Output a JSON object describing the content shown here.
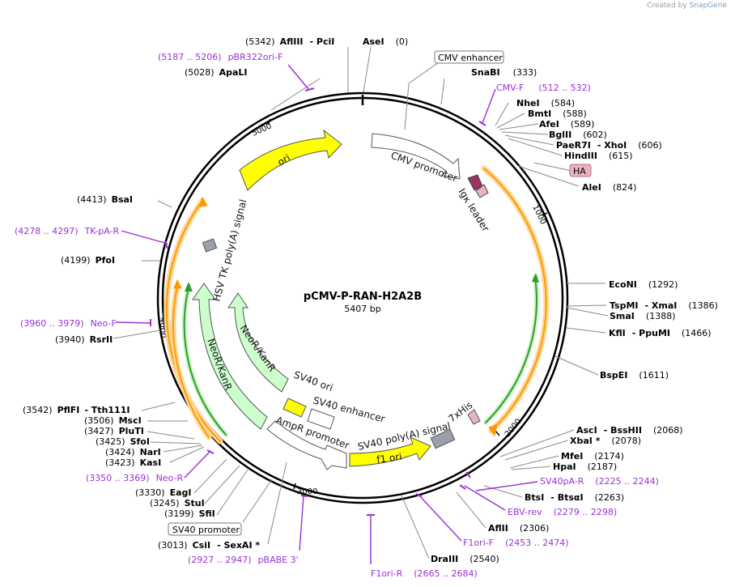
{
  "credit": {
    "prefix": "Created by",
    "brand": "SnapGene"
  },
  "plasmid": {
    "name": "pCMV-P-RAN-H2A2B",
    "length": "5407 bp"
  },
  "ticks": [
    "1000",
    "2000",
    "3000",
    "4000",
    "5000"
  ],
  "enzymes_left": [
    {
      "key": "AflIII-PciI",
      "pos": "(5342)",
      "names": [
        "AflIII",
        "- PciI"
      ]
    },
    {
      "key": "AseI",
      "pos": "(0)",
      "names": [
        "AseI"
      ]
    },
    {
      "key": "ApaLI",
      "pos": "(5028)",
      "names": [
        "ApaLI"
      ]
    },
    {
      "key": "BsaI",
      "pos": "(4413)",
      "names": [
        "BsaI"
      ]
    },
    {
      "key": "PfoI",
      "pos": "(4199)",
      "names": [
        "PfoI"
      ]
    },
    {
      "key": "RsrII",
      "pos": "(3940)",
      "names": [
        "RsrII"
      ]
    },
    {
      "key": "PflFI",
      "pos": "(3542)",
      "names": [
        "PflFI",
        "- Tth111I"
      ]
    },
    {
      "key": "MscI",
      "pos": "(3506)",
      "names": [
        "MscI"
      ]
    },
    {
      "key": "PluTI",
      "pos": "(3427)",
      "names": [
        "PluTI"
      ]
    },
    {
      "key": "SfoI",
      "pos": "(3425)",
      "names": [
        "SfoI"
      ]
    },
    {
      "key": "NarI",
      "pos": "(3424)",
      "names": [
        "NarI"
      ]
    },
    {
      "key": "KasI",
      "pos": "(3423)",
      "names": [
        "KasI"
      ]
    },
    {
      "key": "EagI",
      "pos": "(3330)",
      "names": [
        "EagI"
      ]
    },
    {
      "key": "StuI",
      "pos": "(3245)",
      "names": [
        "StuI"
      ]
    },
    {
      "key": "SfiI",
      "pos": "(3199)",
      "names": [
        "SfiI"
      ]
    },
    {
      "key": "CsiI",
      "pos": "(3013)",
      "names": [
        "CsiI",
        "- SexAI *"
      ]
    }
  ],
  "enzymes_right": [
    {
      "key": "SnaBI",
      "pos": "(333)",
      "names": [
        "SnaBI"
      ]
    },
    {
      "key": "NheI",
      "pos": "(584)",
      "names": [
        "NheI"
      ]
    },
    {
      "key": "BmtI",
      "pos": "(588)",
      "names": [
        "BmtI"
      ]
    },
    {
      "key": "AfeI",
      "pos": "(589)",
      "names": [
        "AfeI"
      ]
    },
    {
      "key": "BglII",
      "pos": "(602)",
      "names": [
        "BglII"
      ]
    },
    {
      "key": "PaeR7I",
      "pos": "(606)",
      "names": [
        "PaeR7I",
        "- XhoI"
      ]
    },
    {
      "key": "HindIII",
      "pos": "(615)",
      "names": [
        "HindIII"
      ]
    },
    {
      "key": "AleI",
      "pos": "(824)",
      "names": [
        "AleI"
      ]
    },
    {
      "key": "EcoNI",
      "pos": "(1292)",
      "names": [
        "EcoNI"
      ]
    },
    {
      "key": "TspMI",
      "pos": "(1386)",
      "names": [
        "TspMI",
        "- XmaI"
      ]
    },
    {
      "key": "SmaI",
      "pos": "(1388)",
      "names": [
        "SmaI"
      ]
    },
    {
      "key": "KflI",
      "pos": "(1466)",
      "names": [
        "KflI",
        "- PpuMI"
      ]
    },
    {
      "key": "BspEI",
      "pos": "(1611)",
      "names": [
        "BspEI"
      ]
    },
    {
      "key": "AscI",
      "pos": "(2068)",
      "names": [
        "AscI",
        "- BssHII"
      ]
    },
    {
      "key": "XbaI",
      "pos": "(2078)",
      "names": [
        "XbaI *"
      ]
    },
    {
      "key": "MfeI",
      "pos": "(2174)",
      "names": [
        "MfeI"
      ]
    },
    {
      "key": "HpaI",
      "pos": "(2187)",
      "names": [
        "HpaI"
      ]
    },
    {
      "key": "BtsI",
      "pos": "(2263)",
      "names": [
        "BtsI",
        "- BtsαI"
      ]
    },
    {
      "key": "AflII",
      "pos": "(2306)",
      "names": [
        "AflII"
      ]
    },
    {
      "key": "DraIII",
      "pos": "(2540)",
      "names": [
        "DraIII"
      ]
    }
  ],
  "primers": [
    {
      "key": "pBR322ori-F",
      "range": "(5187 .. 5206)",
      "name": "pBR322ori-F"
    },
    {
      "key": "TK-pA-R",
      "range": "(4278 .. 4297)",
      "name": "TK-pA-R"
    },
    {
      "key": "Neo-F",
      "range": "(3960 .. 3979)",
      "name": "Neo-F"
    },
    {
      "key": "Neo-R",
      "range": "(3350 .. 3369)",
      "name": "Neo-R"
    },
    {
      "key": "pBABE3",
      "range": "(2927 .. 2947)",
      "name": "pBABE 3'"
    },
    {
      "key": "CMV-F",
      "range": "(512 .. 532)",
      "name": "CMV-F"
    },
    {
      "key": "SV40pA-R",
      "range": "(2225 .. 2244)",
      "name": "SV40pA-R"
    },
    {
      "key": "EBV-rev",
      "range": "(2279 .. 2298)",
      "name": "EBV-rev"
    },
    {
      "key": "F1ori-F",
      "range": "(2453 .. 2474)",
      "name": "F1ori-F"
    },
    {
      "key": "F1ori-R",
      "range": "(2665 .. 2684)",
      "name": "F1ori-R"
    }
  ],
  "boxed_labels": [
    {
      "key": "cmv-enhancer",
      "text": "CMV enhancer"
    },
    {
      "key": "ha",
      "text": "HA"
    },
    {
      "key": "sv40-promoter",
      "text": "SV40 promoter"
    }
  ],
  "features": [
    {
      "key": "ori",
      "text": "ori"
    },
    {
      "key": "cmv-promoter",
      "text": "CMV promoter"
    },
    {
      "key": "igk-leader",
      "text": "Igκ leader"
    },
    {
      "key": "hsv-tk",
      "text": "HSV TK poly(A) signal"
    },
    {
      "key": "neor1",
      "text": "NeoR/KanR"
    },
    {
      "key": "neor2",
      "text": "NeoR/KanR"
    },
    {
      "key": "sv40-ori",
      "text": "SV40 ori"
    },
    {
      "key": "sv40-enhancer",
      "text": "SV40 enhancer"
    },
    {
      "key": "ampr-promoter",
      "text": "AmpR promoter"
    },
    {
      "key": "sv40-polya",
      "text": "SV40 poly(A) signal"
    },
    {
      "key": "7xhis",
      "text": "7xHis"
    },
    {
      "key": "f1-ori",
      "text": "f1 ori"
    }
  ],
  "colors": {
    "ori": "#ffff00",
    "neo": "#ccffcc",
    "orf": "#ff9900",
    "primer": "#9b2fd6",
    "igk": "#993366",
    "ha": "#e8b4c0"
  }
}
